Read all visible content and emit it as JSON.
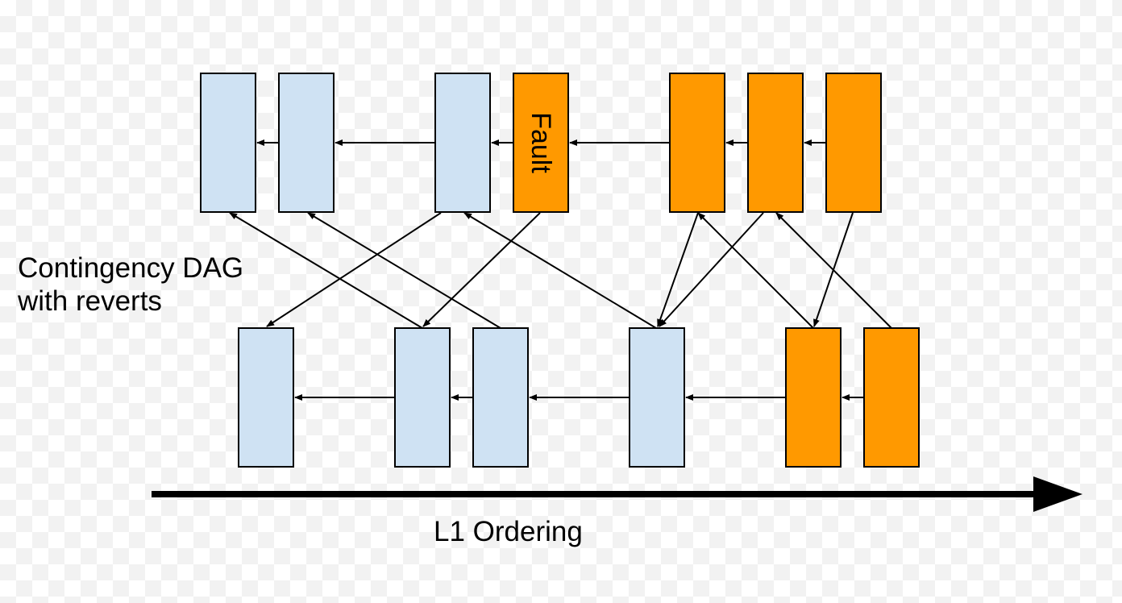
{
  "diagram": {
    "side_label_line1": "Contingency DAG",
    "side_label_line2": "with reverts",
    "axis_label": "L1 Ordering",
    "fault_label": "Fault"
  },
  "colors": {
    "valid_block": "#cfe2f3",
    "reverted_block": "#ff9900",
    "outline": "#000000",
    "arrow": "#000000"
  }
}
